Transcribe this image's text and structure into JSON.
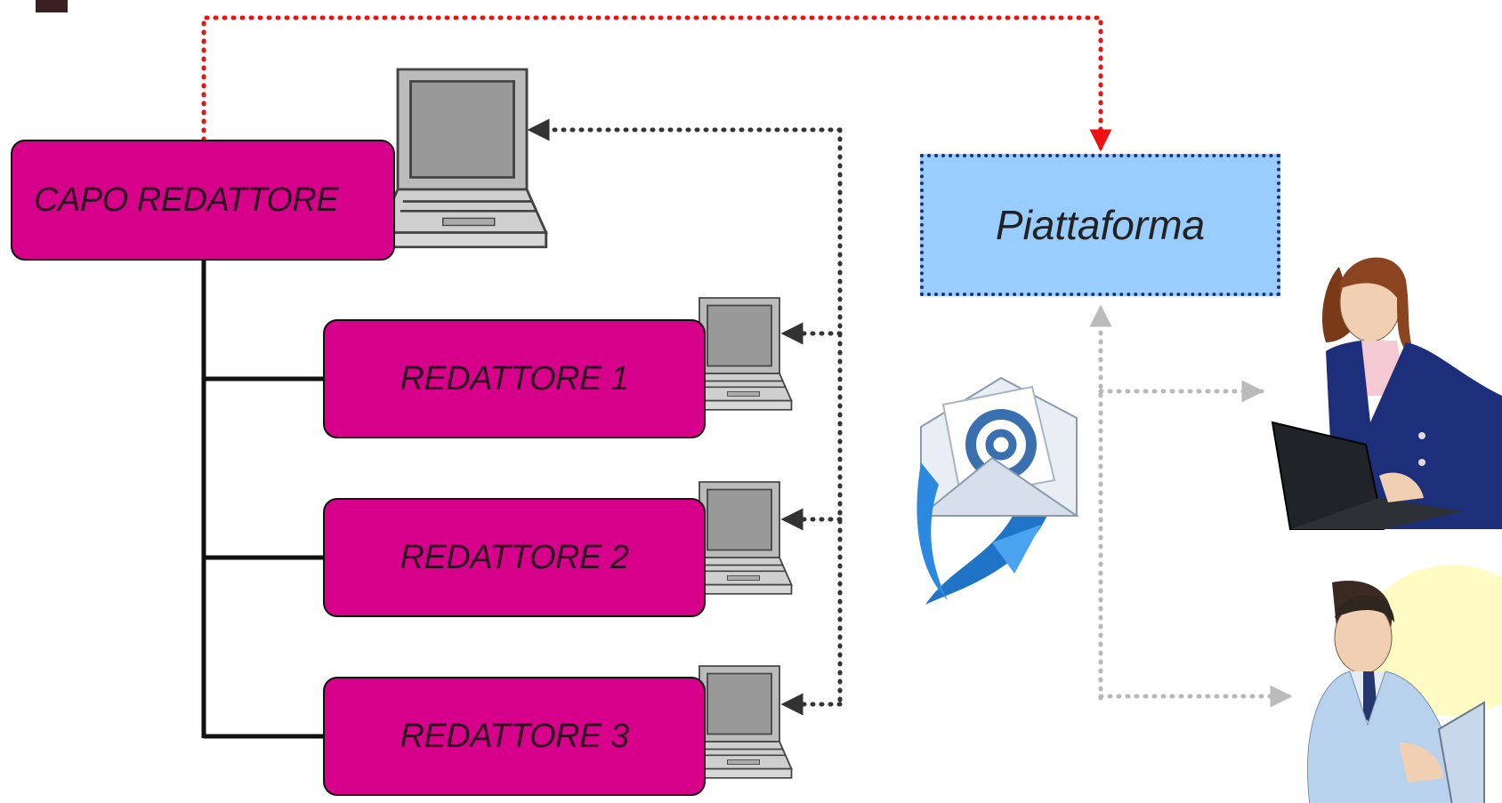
{
  "nodes": {
    "capo": "CAPO REDATTORE",
    "redattore_1": "REDATTORE 1",
    "redattore_2": "REDATTORE 2",
    "redattore_3": "REDATTORE 3",
    "platform": "Piattaforma"
  },
  "icons": [
    "laptop-icon",
    "email-icon",
    "businesswoman-laptop-icon",
    "businessman-laptop-icon"
  ],
  "colors": {
    "node_fill": "#d6008a",
    "platform_fill": "#99ccff",
    "platform_border": "#1f2f88",
    "capo_link": "#ee1111",
    "laptop_links": "#333333",
    "output_links": "#b8b8b8"
  }
}
